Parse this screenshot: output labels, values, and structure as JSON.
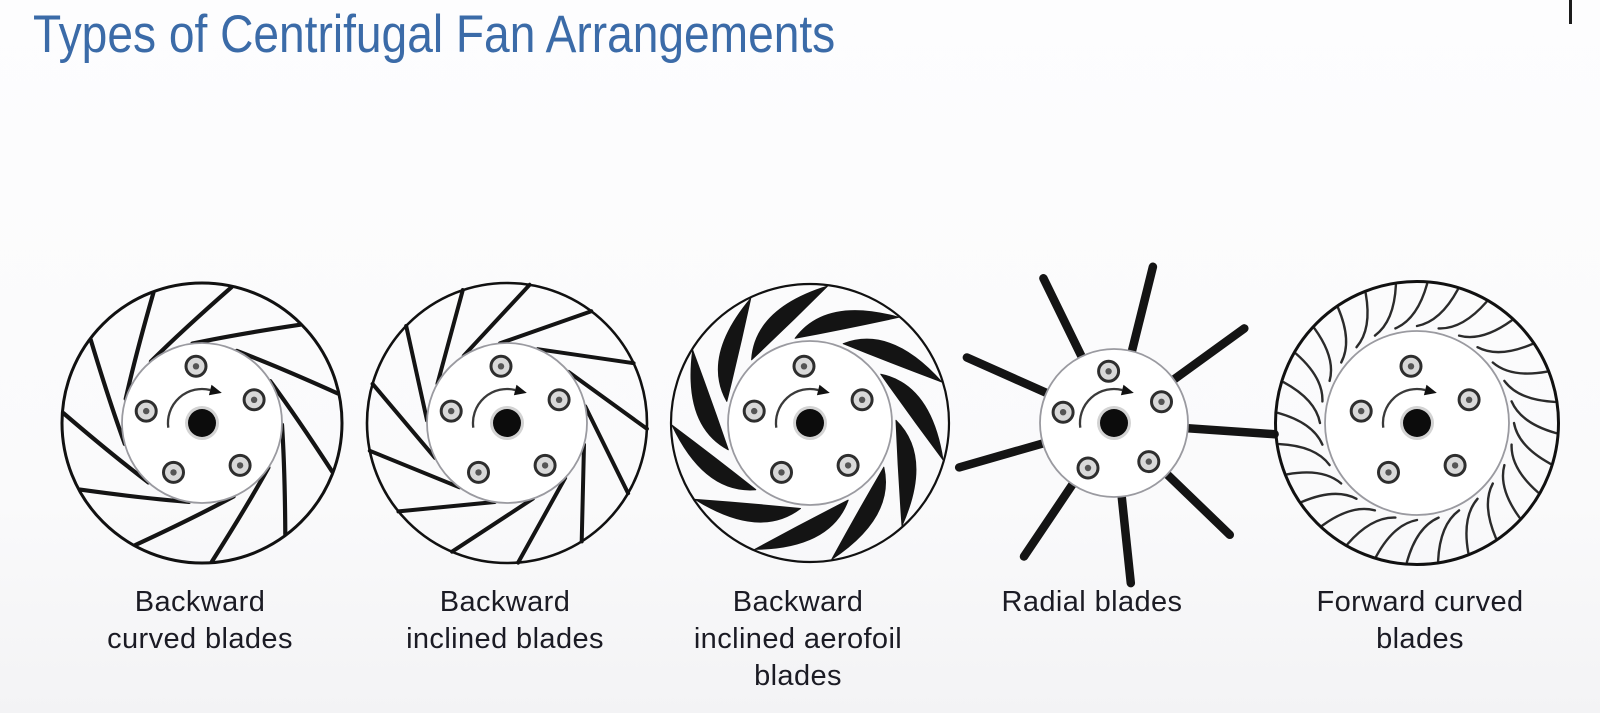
{
  "page": {
    "title": "Types of Centrifugal Fan Arrangements",
    "title_color": "#3b6ba8",
    "background_top": "#fdfdfe",
    "background_bottom": "#f3f3f5",
    "ink_color": "#141414",
    "hub_line_color": "#9a9aa0",
    "label_color": "#1b1b24",
    "arrow_color": "#3a3a3a"
  },
  "rotation_indicator": "clockwise-arrow",
  "fans": [
    {
      "name": "backward-curved",
      "style": "backward-curved",
      "blade_count": 11,
      "label_lines": [
        "Backward",
        "curved blades"
      ]
    },
    {
      "name": "backward-inclined",
      "style": "backward-inclined",
      "blade_count": 13,
      "label_lines": [
        "Backward",
        "inclined blades"
      ]
    },
    {
      "name": "backward-inclined-aerofoil",
      "style": "aerofoil",
      "blade_count": 11,
      "label_lines": [
        "Backward",
        "inclined aerofoil",
        "blades"
      ]
    },
    {
      "name": "radial",
      "style": "radial",
      "blade_count": 9,
      "label_lines": [
        "Radial blades"
      ]
    },
    {
      "name": "forward-curved",
      "style": "forward-curved",
      "blade_count": 28,
      "label_lines": [
        "Forward curved",
        "blades"
      ]
    }
  ]
}
